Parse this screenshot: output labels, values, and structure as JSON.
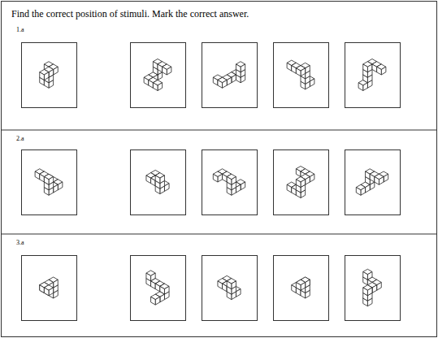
{
  "diagram": {
    "title": "Find the correct position of stimuli. Mark the correct answer.",
    "labels": [
      "1.a",
      "2.a",
      "3.a"
    ]
  }
}
